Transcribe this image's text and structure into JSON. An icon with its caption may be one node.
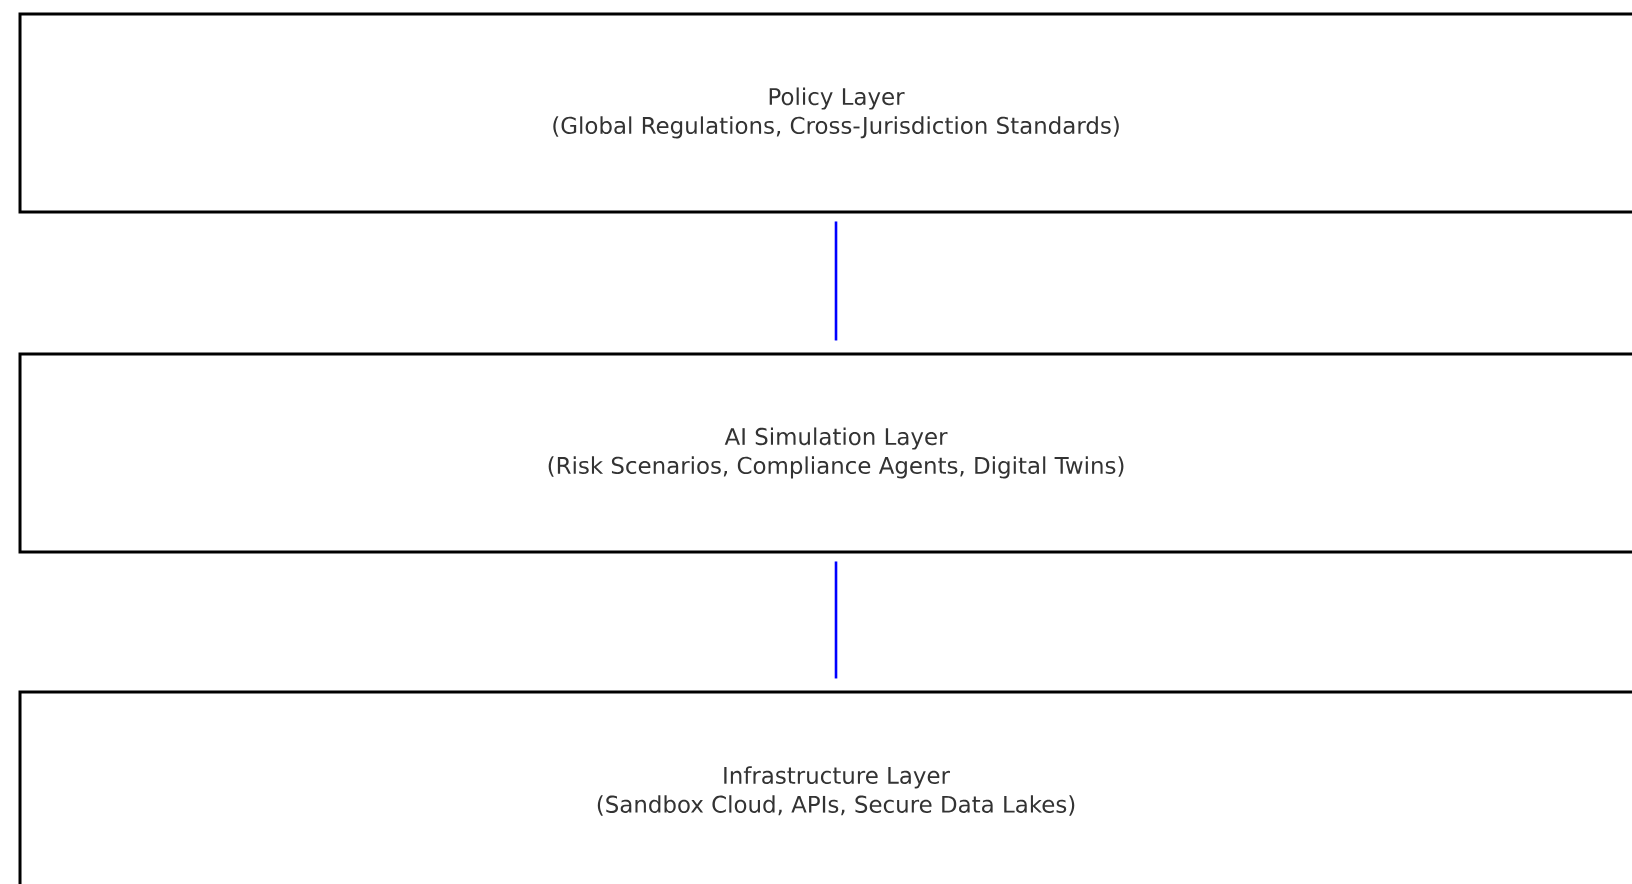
{
  "diagram": {
    "nodes": [
      {
        "text": [
          "Policy Layer",
          "(Global Regulations, Cross-Jurisdiction Standards)"
        ]
      },
      {
        "text": [
          "AI Simulation Layer",
          "(Risk Scenarios, Compliance Agents, Digital Twins)"
        ]
      },
      {
        "text": [
          "Infrastructure Layer",
          "(Sandbox Cloud, APIs, Secure Data Lakes)"
        ]
      }
    ],
    "edges": [
      {
        "from": 0,
        "to": 1,
        "arrow": "none"
      },
      {
        "from": 1,
        "to": 2,
        "arrow": "none"
      }
    ]
  }
}
